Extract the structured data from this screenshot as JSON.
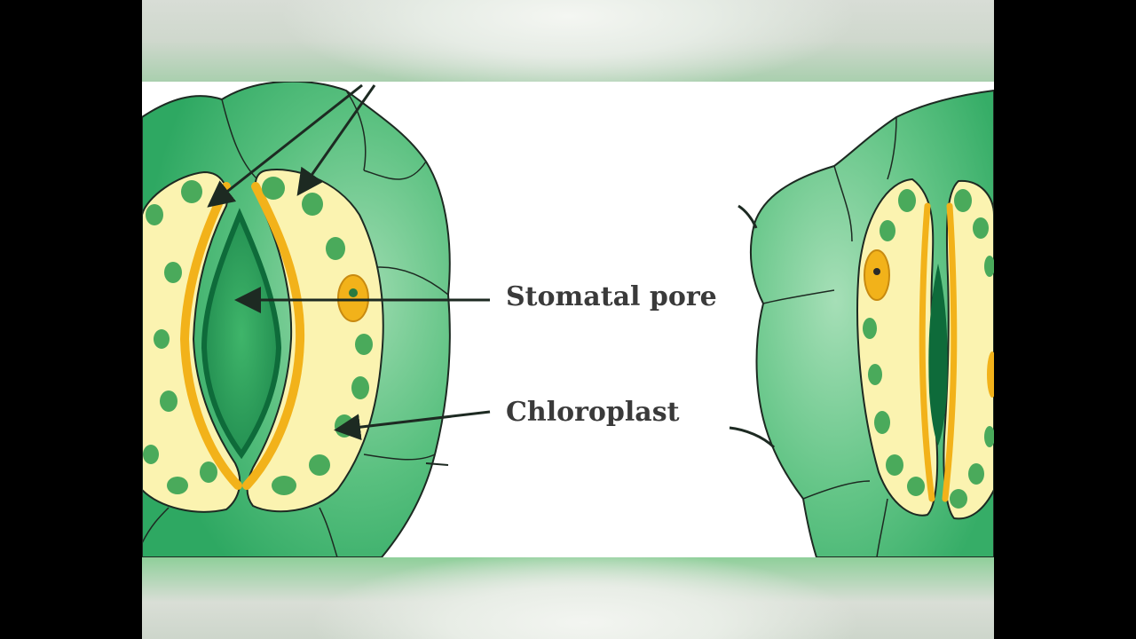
{
  "labels": {
    "stomatal_pore": "Stomatal pore",
    "chloroplast": "Chloroplast"
  },
  "colors": {
    "background": "#ffffff",
    "epidermal_cell": "#3fb56a",
    "epidermal_cell_light": "#9fdcb1",
    "guard_cell": "#fbf3b0",
    "guard_cell_wall": "#f2b21a",
    "chloroplast": "#4aaa5b",
    "pore": "#2f9f5a",
    "pore_dark": "#0e6b3a",
    "outline": "#1d2a22"
  },
  "stomata": [
    {
      "state": "open"
    },
    {
      "state": "closed"
    }
  ]
}
